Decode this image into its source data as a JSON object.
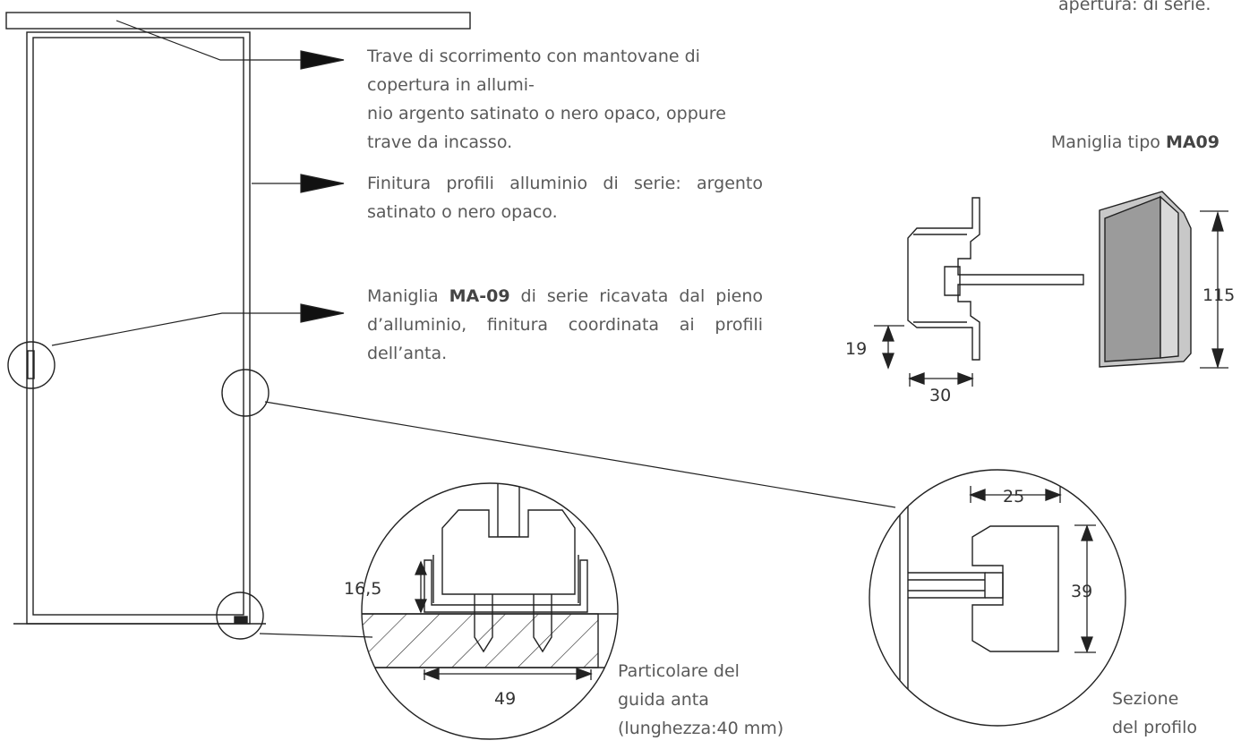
{
  "texts": {
    "top_right": "apertura: di serie.",
    "rail_desc": "Trave di scorrimento con mantovane di copertura in allumi-\nnio argento satinato o nero opaco, oppure trave da incasso.",
    "finish_desc": "Finitura profili alluminio di serie: argento satinato o nero opaco.",
    "handle_desc_pre": "Maniglia ",
    "handle_desc_code": "MA-09",
    "handle_desc_post": " di serie ricavata dal pieno d’alluminio, finitura coordinata ai profili dell’anta.",
    "handle_type_label": "Maniglia tipo ",
    "handle_type_code": "MA09",
    "guide_caption_1": "Particolare del",
    "guide_caption_2": "guida anta",
    "guide_caption_3": "(lunghezza:40 mm)",
    "section_caption_1": "Sezione",
    "section_caption_2": "del profilo"
  },
  "dimensions": {
    "handle_height": "115",
    "handle_depth": "19",
    "handle_width": "30",
    "guide_height": "16,5",
    "guide_width": "49",
    "profile_width": "25",
    "profile_height": "39"
  },
  "colors": {
    "line": "#222222",
    "text": "#595959",
    "handle_face": "#b3b3b3",
    "handle_side": "#8a8a8a"
  }
}
